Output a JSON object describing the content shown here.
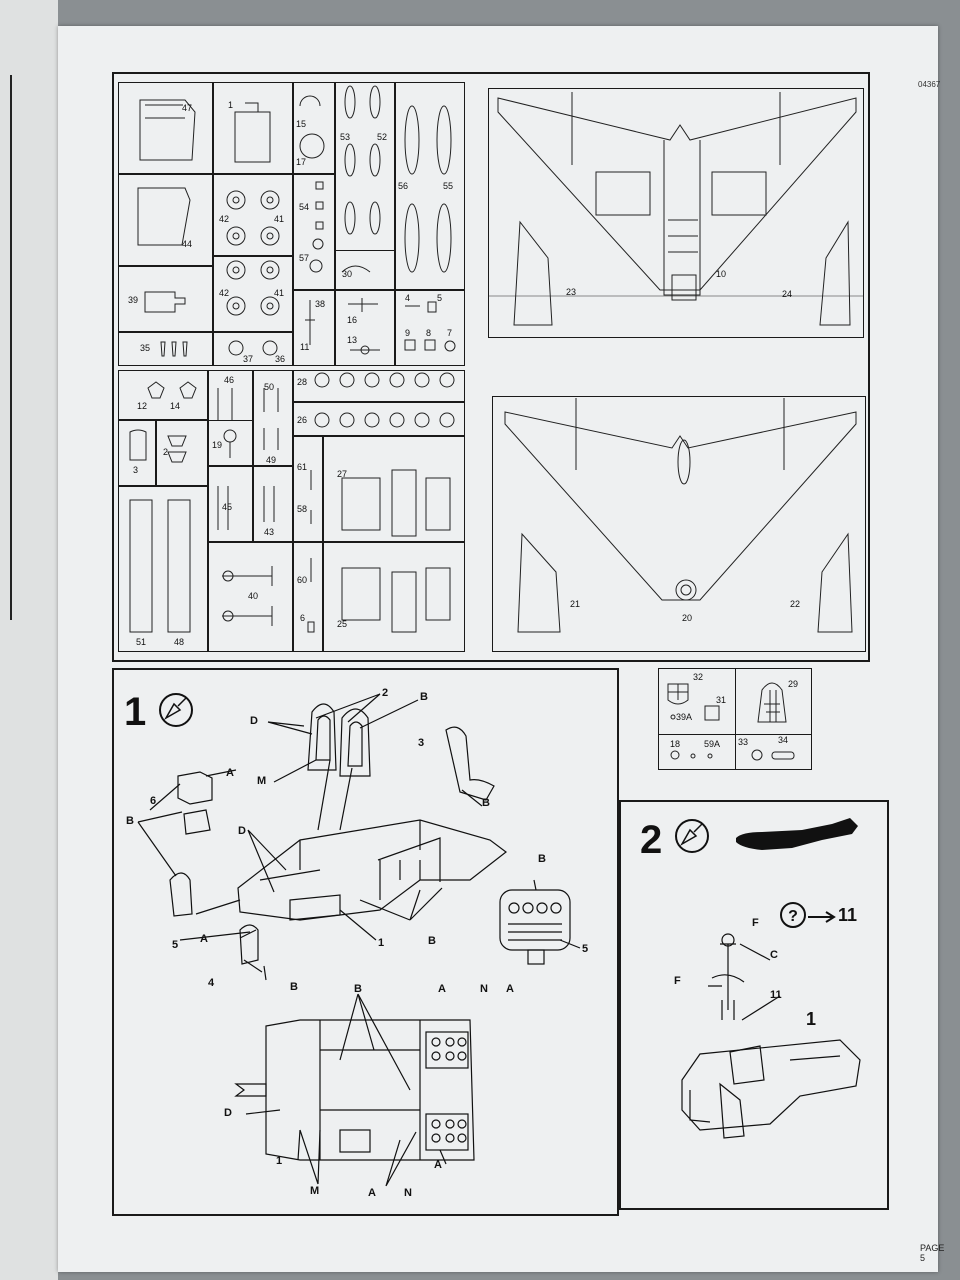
{
  "page": {
    "code": "04367",
    "page_label": "PAGE 5"
  },
  "parts_sprue": {
    "labels": [
      "47",
      "1",
      "15",
      "17",
      "53",
      "52",
      "56",
      "55",
      "44",
      "42",
      "41",
      "54",
      "57",
      "30",
      "42",
      "41",
      "39",
      "38",
      "16",
      "11",
      "13",
      "4",
      "5",
      "9",
      "8",
      "7",
      "35",
      "37",
      "36",
      "46",
      "50",
      "28",
      "12",
      "14",
      "26",
      "3",
      "2",
      "19",
      "49",
      "61",
      "27",
      "58",
      "45",
      "43",
      "40",
      "60",
      "6",
      "25",
      "51",
      "48"
    ]
  },
  "wing_upper": {
    "labels": [
      "10",
      "23",
      "24"
    ]
  },
  "wing_lower": {
    "labels": [
      "21",
      "20",
      "22"
    ]
  },
  "clear_parts": {
    "labels": [
      "32",
      "31",
      "29",
      "39A",
      "18",
      "59A",
      "33",
      "34"
    ]
  },
  "step1": {
    "number": "1",
    "callouts": [
      "2",
      "B",
      "D",
      "M",
      "3",
      "B",
      "A",
      "6",
      "B",
      "D",
      "B",
      "5",
      "A",
      "1",
      "B",
      "4",
      "B",
      "B",
      "5",
      "A",
      "N",
      "A",
      "B",
      "D",
      "1",
      "M",
      "A",
      "N",
      "A"
    ]
  },
  "step2": {
    "number": "2",
    "callouts": [
      "F",
      "?",
      "11",
      "C",
      "F",
      "11",
      "1"
    ]
  },
  "icons": [
    "glue-icon",
    "question-icon",
    "arrow-right-icon"
  ]
}
